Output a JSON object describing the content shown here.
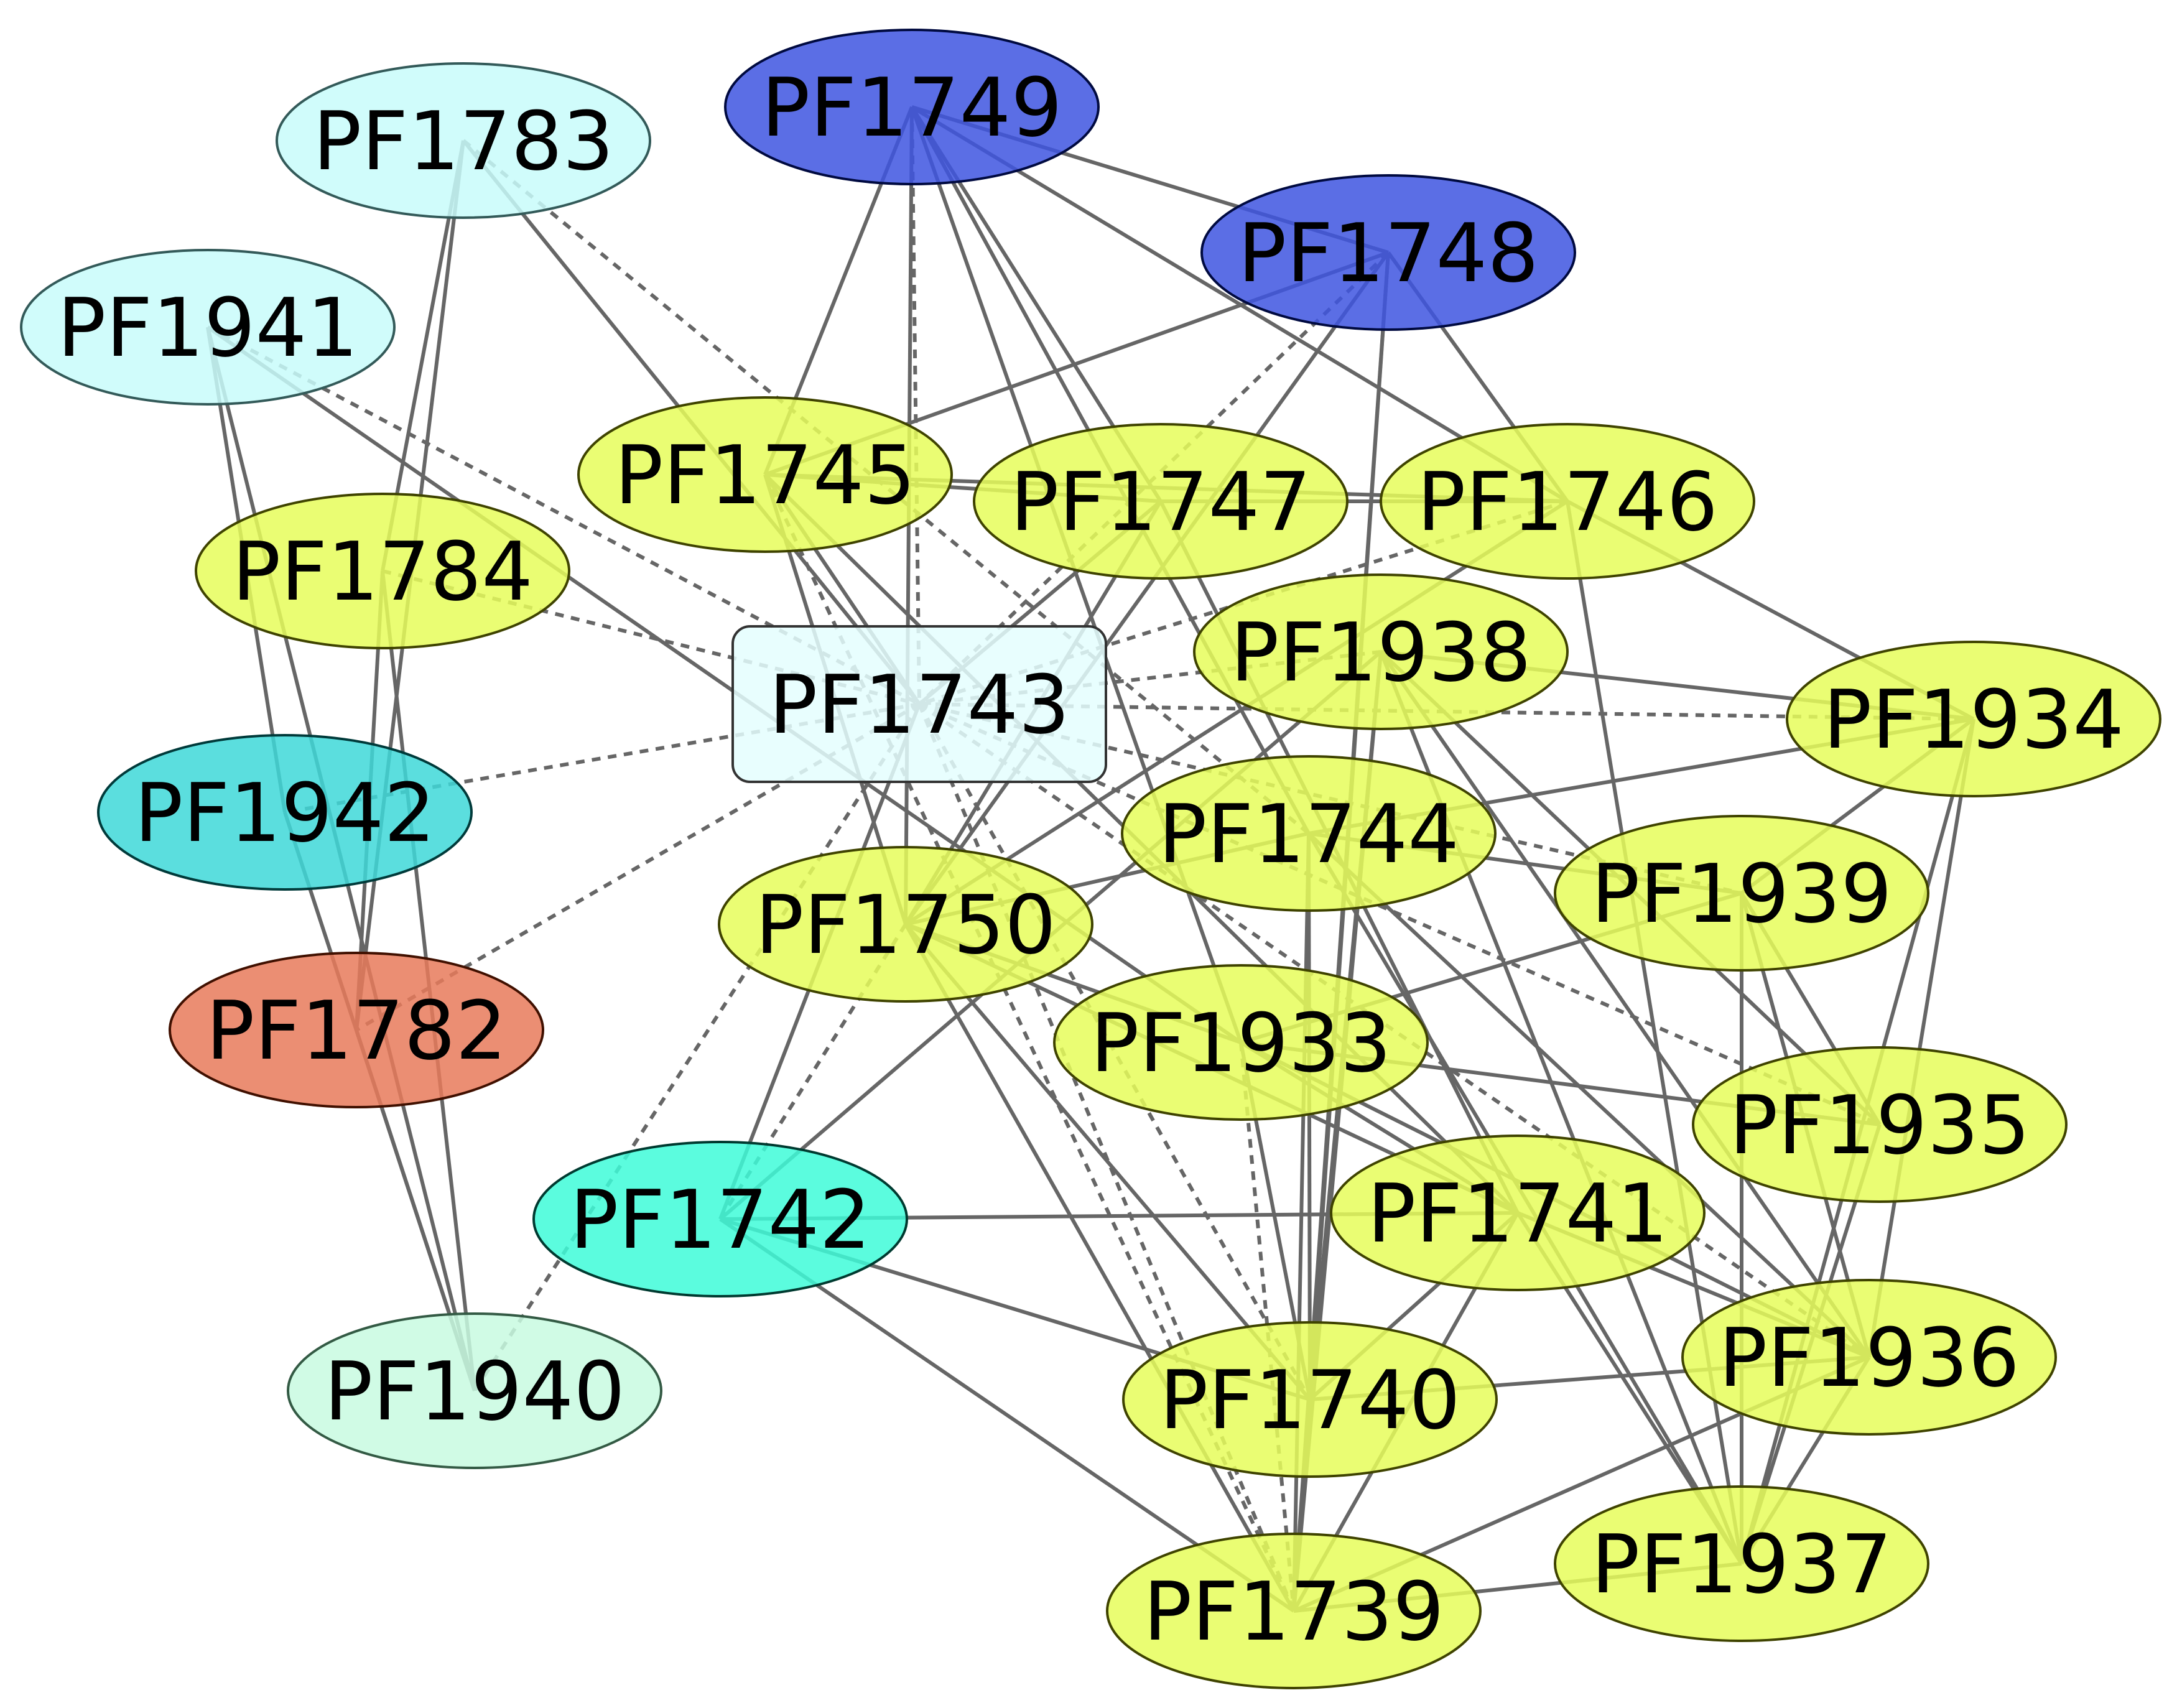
{
  "graph": {
    "nodes": [
      {
        "id": "PF1749",
        "label": "PF1749",
        "fill": "#3e55e0",
        "stroke": "#000a40",
        "shape": "ellipse"
      },
      {
        "id": "PF1748",
        "label": "PF1748",
        "fill": "#3e55e0",
        "stroke": "#000a40",
        "shape": "ellipse"
      },
      {
        "id": "PF1783",
        "label": "PF1783",
        "fill": "#c8fcfa",
        "stroke": "#335a59",
        "shape": "ellipse"
      },
      {
        "id": "PF1941",
        "label": "PF1941",
        "fill": "#c8fcfa",
        "stroke": "#335a59",
        "shape": "ellipse"
      },
      {
        "id": "PF1745",
        "label": "PF1745",
        "fill": "#e6fd5a",
        "stroke": "#3f4300",
        "shape": "ellipse"
      },
      {
        "id": "PF1747",
        "label": "PF1747",
        "fill": "#e6fd5a",
        "stroke": "#3f4300",
        "shape": "ellipse"
      },
      {
        "id": "PF1746",
        "label": "PF1746",
        "fill": "#e6fd5a",
        "stroke": "#3f4300",
        "shape": "ellipse"
      },
      {
        "id": "PF1784",
        "label": "PF1784",
        "fill": "#e6fd5a",
        "stroke": "#3f4300",
        "shape": "ellipse"
      },
      {
        "id": "PF1938",
        "label": "PF1938",
        "fill": "#e6fd5a",
        "stroke": "#3f4300",
        "shape": "ellipse"
      },
      {
        "id": "PF1743",
        "label": "PF1743",
        "fill": "#e4fefe",
        "stroke": "#333333",
        "shape": "box"
      },
      {
        "id": "PF1934",
        "label": "PF1934",
        "fill": "#e6fd5a",
        "stroke": "#3f4300",
        "shape": "ellipse"
      },
      {
        "id": "PF1942",
        "label": "PF1942",
        "fill": "#3ed8d8",
        "stroke": "#003a3a",
        "shape": "ellipse"
      },
      {
        "id": "PF1744",
        "label": "PF1744",
        "fill": "#e6fd5a",
        "stroke": "#3f4300",
        "shape": "ellipse"
      },
      {
        "id": "PF1939",
        "label": "PF1939",
        "fill": "#e6fd5a",
        "stroke": "#3f4300",
        "shape": "ellipse"
      },
      {
        "id": "PF1750",
        "label": "PF1750",
        "fill": "#e6fd5a",
        "stroke": "#3f4300",
        "shape": "ellipse"
      },
      {
        "id": "PF1782",
        "label": "PF1782",
        "fill": "#e87a5a",
        "stroke": "#401000",
        "shape": "ellipse"
      },
      {
        "id": "PF1933",
        "label": "PF1933",
        "fill": "#e6fd5a",
        "stroke": "#3f4300",
        "shape": "ellipse"
      },
      {
        "id": "PF1935",
        "label": "PF1935",
        "fill": "#e6fd5a",
        "stroke": "#3f4300",
        "shape": "ellipse"
      },
      {
        "id": "PF1742",
        "label": "PF1742",
        "fill": "#3efcd8",
        "stroke": "#003a30",
        "shape": "ellipse"
      },
      {
        "id": "PF1741",
        "label": "PF1741",
        "fill": "#e6fd5a",
        "stroke": "#3f4300",
        "shape": "ellipse"
      },
      {
        "id": "PF1936",
        "label": "PF1936",
        "fill": "#e6fd5a",
        "stroke": "#3f4300",
        "shape": "ellipse"
      },
      {
        "id": "PF1940",
        "label": "PF1940",
        "fill": "#c8fae0",
        "stroke": "#335a44",
        "shape": "ellipse"
      },
      {
        "id": "PF1740",
        "label": "PF1740",
        "fill": "#e6fd5a",
        "stroke": "#3f4300",
        "shape": "ellipse"
      },
      {
        "id": "PF1937",
        "label": "PF1937",
        "fill": "#e6fd5a",
        "stroke": "#3f4300",
        "shape": "ellipse"
      },
      {
        "id": "PF1739",
        "label": "PF1739",
        "fill": "#e6fd5a",
        "stroke": "#3f4300",
        "shape": "ellipse"
      }
    ],
    "edges": [
      {
        "s": "PF1749",
        "t": "PF1748",
        "style": "solid"
      },
      {
        "s": "PF1749",
        "t": "PF1745",
        "style": "solid"
      },
      {
        "s": "PF1749",
        "t": "PF1747",
        "style": "solid"
      },
      {
        "s": "PF1749",
        "t": "PF1746",
        "style": "solid"
      },
      {
        "s": "PF1749",
        "t": "PF1743",
        "style": "dashed"
      },
      {
        "s": "PF1749",
        "t": "PF1750",
        "style": "solid"
      },
      {
        "s": "PF1749",
        "t": "PF1744",
        "style": "solid"
      },
      {
        "s": "PF1749",
        "t": "PF1933",
        "style": "solid"
      },
      {
        "s": "PF1748",
        "t": "PF1745",
        "style": "solid"
      },
      {
        "s": "PF1748",
        "t": "PF1746",
        "style": "solid"
      },
      {
        "s": "PF1748",
        "t": "PF1743",
        "style": "dashed"
      },
      {
        "s": "PF1748",
        "t": "PF1750",
        "style": "solid"
      },
      {
        "s": "PF1748",
        "t": "PF1740",
        "style": "solid"
      },
      {
        "s": "PF1748",
        "t": "PF1739",
        "style": "solid"
      },
      {
        "s": "PF1783",
        "t": "PF1784",
        "style": "solid"
      },
      {
        "s": "PF1783",
        "t": "PF1782",
        "style": "solid"
      },
      {
        "s": "PF1783",
        "t": "PF1744",
        "style": "dashed"
      },
      {
        "s": "PF1783",
        "t": "PF1743",
        "style": "solid"
      },
      {
        "s": "PF1941",
        "t": "PF1942",
        "style": "solid"
      },
      {
        "s": "PF1941",
        "t": "PF1743",
        "style": "dashed"
      },
      {
        "s": "PF1941",
        "t": "PF1940",
        "style": "solid"
      },
      {
        "s": "PF1941",
        "t": "PF1933",
        "style": "solid"
      },
      {
        "s": "PF1745",
        "t": "PF1747",
        "style": "solid"
      },
      {
        "s": "PF1745",
        "t": "PF1746",
        "style": "solid"
      },
      {
        "s": "PF1745",
        "t": "PF1743",
        "style": "solid"
      },
      {
        "s": "PF1745",
        "t": "PF1750",
        "style": "solid"
      },
      {
        "s": "PF1745",
        "t": "PF1741",
        "style": "solid"
      },
      {
        "s": "PF1745",
        "t": "PF1739",
        "style": "dashed"
      },
      {
        "s": "PF1747",
        "t": "PF1746",
        "style": "solid"
      },
      {
        "s": "PF1747",
        "t": "PF1743",
        "style": "solid"
      },
      {
        "s": "PF1747",
        "t": "PF1750",
        "style": "solid"
      },
      {
        "s": "PF1747",
        "t": "PF1741",
        "style": "solid"
      },
      {
        "s": "PF1746",
        "t": "PF1743",
        "style": "dashed"
      },
      {
        "s": "PF1746",
        "t": "PF1934",
        "style": "solid"
      },
      {
        "s": "PF1746",
        "t": "PF1937",
        "style": "solid"
      },
      {
        "s": "PF1746",
        "t": "PF1750",
        "style": "solid"
      },
      {
        "s": "PF1784",
        "t": "PF1743",
        "style": "dashed"
      },
      {
        "s": "PF1784",
        "t": "PF1940",
        "style": "solid"
      },
      {
        "s": "PF1784",
        "t": "PF1782",
        "style": "solid"
      },
      {
        "s": "PF1938",
        "t": "PF1743",
        "style": "dashed"
      },
      {
        "s": "PF1938",
        "t": "PF1934",
        "style": "solid"
      },
      {
        "s": "PF1938",
        "t": "PF1742",
        "style": "solid"
      },
      {
        "s": "PF1938",
        "t": "PF1935",
        "style": "solid"
      },
      {
        "s": "PF1938",
        "t": "PF1936",
        "style": "solid"
      },
      {
        "s": "PF1938",
        "t": "PF1937",
        "style": "solid"
      },
      {
        "s": "PF1938",
        "t": "PF1740",
        "style": "solid"
      },
      {
        "s": "PF1938",
        "t": "PF1739",
        "style": "solid"
      },
      {
        "s": "PF1743",
        "t": "PF1934",
        "style": "dashed"
      },
      {
        "s": "PF1743",
        "t": "PF1942",
        "style": "dashed"
      },
      {
        "s": "PF1743",
        "t": "PF1939",
        "style": "dashed"
      },
      {
        "s": "PF1743",
        "t": "PF1782",
        "style": "dashed"
      },
      {
        "s": "PF1743",
        "t": "PF1935",
        "style": "dashed"
      },
      {
        "s": "PF1743",
        "t": "PF1742",
        "style": "solid"
      },
      {
        "s": "PF1743",
        "t": "PF1936",
        "style": "dashed"
      },
      {
        "s": "PF1743",
        "t": "PF1940",
        "style": "dashed"
      },
      {
        "s": "PF1743",
        "t": "PF1740",
        "style": "dashed"
      },
      {
        "s": "PF1743",
        "t": "PF1739",
        "style": "dashed"
      },
      {
        "s": "PF1934",
        "t": "PF1939",
        "style": "solid"
      },
      {
        "s": "PF1934",
        "t": "PF1936",
        "style": "solid"
      },
      {
        "s": "PF1934",
        "t": "PF1937",
        "style": "solid"
      },
      {
        "s": "PF1934",
        "t": "PF1744",
        "style": "solid"
      },
      {
        "s": "PF1942",
        "t": "PF1940",
        "style": "solid"
      },
      {
        "s": "PF1744",
        "t": "PF1939",
        "style": "solid"
      },
      {
        "s": "PF1744",
        "t": "PF1750",
        "style": "solid"
      },
      {
        "s": "PF1744",
        "t": "PF1936",
        "style": "solid"
      },
      {
        "s": "PF1744",
        "t": "PF1937",
        "style": "solid"
      },
      {
        "s": "PF1744",
        "t": "PF1740",
        "style": "solid"
      },
      {
        "s": "PF1744",
        "t": "PF1739",
        "style": "solid"
      },
      {
        "s": "PF1939",
        "t": "PF1933",
        "style": "solid"
      },
      {
        "s": "PF1939",
        "t": "PF1937",
        "style": "solid"
      },
      {
        "s": "PF1939",
        "t": "PF1936",
        "style": "solid"
      },
      {
        "s": "PF1750",
        "t": "PF1933",
        "style": "solid"
      },
      {
        "s": "PF1750",
        "t": "PF1741",
        "style": "solid"
      },
      {
        "s": "PF1750",
        "t": "PF1740",
        "style": "solid"
      },
      {
        "s": "PF1750",
        "t": "PF1739",
        "style": "solid"
      },
      {
        "s": "PF1750",
        "t": "PF1742",
        "style": "dashed"
      },
      {
        "s": "PF1782",
        "t": "PF1940",
        "style": "solid"
      },
      {
        "s": "PF1933",
        "t": "PF1935",
        "style": "solid"
      },
      {
        "s": "PF1933",
        "t": "PF1741",
        "style": "solid"
      },
      {
        "s": "PF1933",
        "t": "PF1936",
        "style": "solid"
      },
      {
        "s": "PF1933",
        "t": "PF1740",
        "style": "solid"
      },
      {
        "s": "PF1933",
        "t": "PF1739",
        "style": "dashed"
      },
      {
        "s": "PF1742",
        "t": "PF1741",
        "style": "solid"
      },
      {
        "s": "PF1742",
        "t": "PF1740",
        "style": "solid"
      },
      {
        "s": "PF1742",
        "t": "PF1739",
        "style": "solid"
      },
      {
        "s": "PF1741",
        "t": "PF1936",
        "style": "solid"
      },
      {
        "s": "PF1741",
        "t": "PF1937",
        "style": "solid"
      },
      {
        "s": "PF1741",
        "t": "PF1740",
        "style": "solid"
      },
      {
        "s": "PF1741",
        "t": "PF1739",
        "style": "solid"
      },
      {
        "s": "PF1936",
        "t": "PF1740",
        "style": "solid"
      },
      {
        "s": "PF1936",
        "t": "PF1937",
        "style": "solid"
      },
      {
        "s": "PF1936",
        "t": "PF1739",
        "style": "solid"
      },
      {
        "s": "PF1740",
        "t": "PF1739",
        "style": "solid"
      },
      {
        "s": "PF1937",
        "t": "PF1739",
        "style": "solid"
      },
      {
        "s": "PF1935",
        "t": "PF1937",
        "style": "solid"
      },
      {
        "s": "PF1935",
        "t": "PF1939",
        "style": "solid"
      }
    ]
  }
}
